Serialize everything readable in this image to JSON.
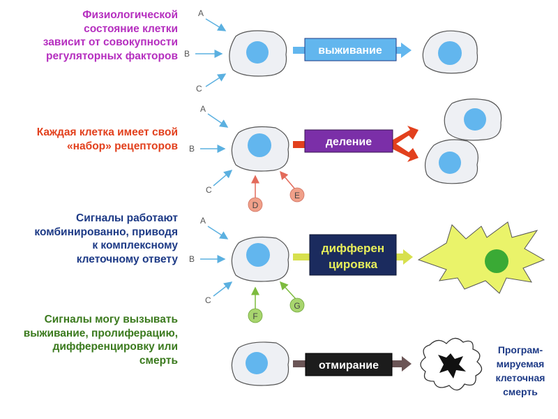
{
  "texts": {
    "t1": "Физиологической состояние клетки зависит от совокупности регуляторных факторов",
    "t2": "Каждая клетка имеет свой «набор» рецепторов",
    "t3": "Сигналы работают комбинированно, приводя к комплексному клеточному ответу",
    "t4": "Сигналы могу вызывать выживание, пролиферацию, дифференцировку или смерть"
  },
  "text_colors": {
    "t1": "#b52fbf",
    "t2": "#e2401d",
    "t3": "#1d3a86",
    "t4": "#3b7a1e"
  },
  "signals": {
    "a": "A",
    "b": "B",
    "c": "C",
    "d": "D",
    "e": "E",
    "f": "F",
    "g": "G"
  },
  "outcomes": {
    "survival": "выживание",
    "division": "деление",
    "differentiation_line1": "дифферен",
    "differentiation_line2": "цировка",
    "death": "отмирание"
  },
  "programmed_death_note": "Програм-мируемая клеточная смерть",
  "colors": {
    "cell_fill": "#eef0f4",
    "nucleus": "#62b6ee",
    "survival_box": "#62b6ee",
    "division_box": "#7b2fa8",
    "division_arrow": "#e2401d",
    "differentiation_box": "#1b2b5e",
    "differentiated_cell": "#eaf36a",
    "differentiated_nucleus": "#3aaa35",
    "death_box": "#1c1c1c",
    "death_arrow": "#6b5556",
    "signal_arrow": "#5bb0e0",
    "signal_d_e": "#f0a089",
    "signal_f_g": "#a8d56e"
  }
}
